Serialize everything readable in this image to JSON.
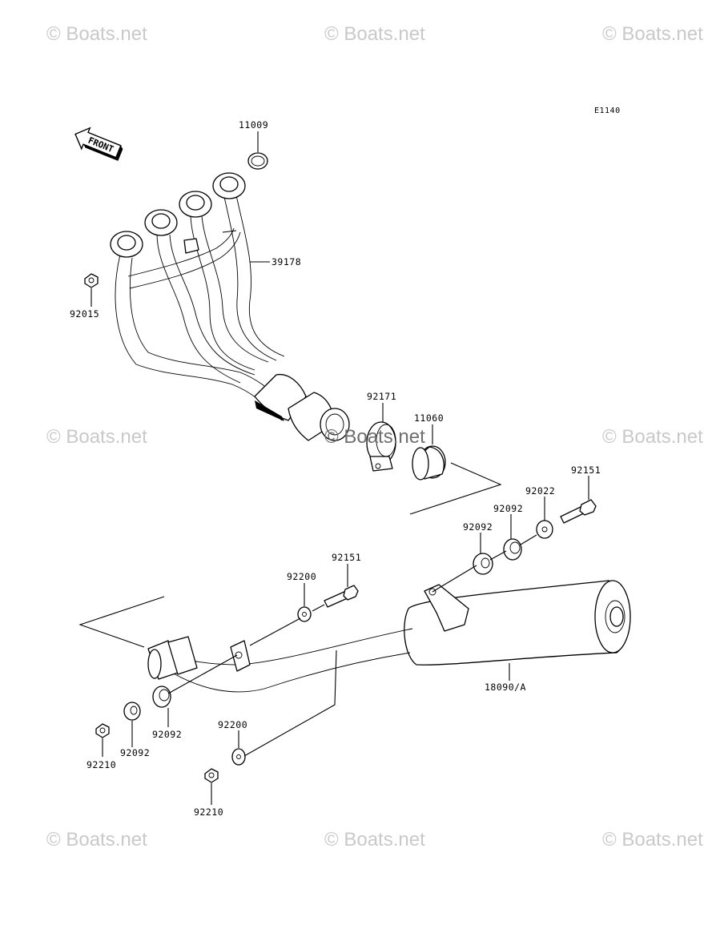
{
  "diagram_code": "E1140",
  "front_label": "FRONT",
  "watermark": "© Boats.net",
  "parts": {
    "p11009": "11009",
    "p39178": "39178",
    "p92015": "92015",
    "p92171": "92171",
    "p11060": "11060",
    "p92151_top": "92151",
    "p92022": "92022",
    "p92092_a": "92092",
    "p92092_b": "92092",
    "p92151_mid": "92151",
    "p92200_top": "92200",
    "p18090": "18090/A",
    "p92092_c": "92092",
    "p92092_d": "92092",
    "p92210_a": "92210",
    "p92200_bot": "92200",
    "p92210_b": "92210"
  }
}
